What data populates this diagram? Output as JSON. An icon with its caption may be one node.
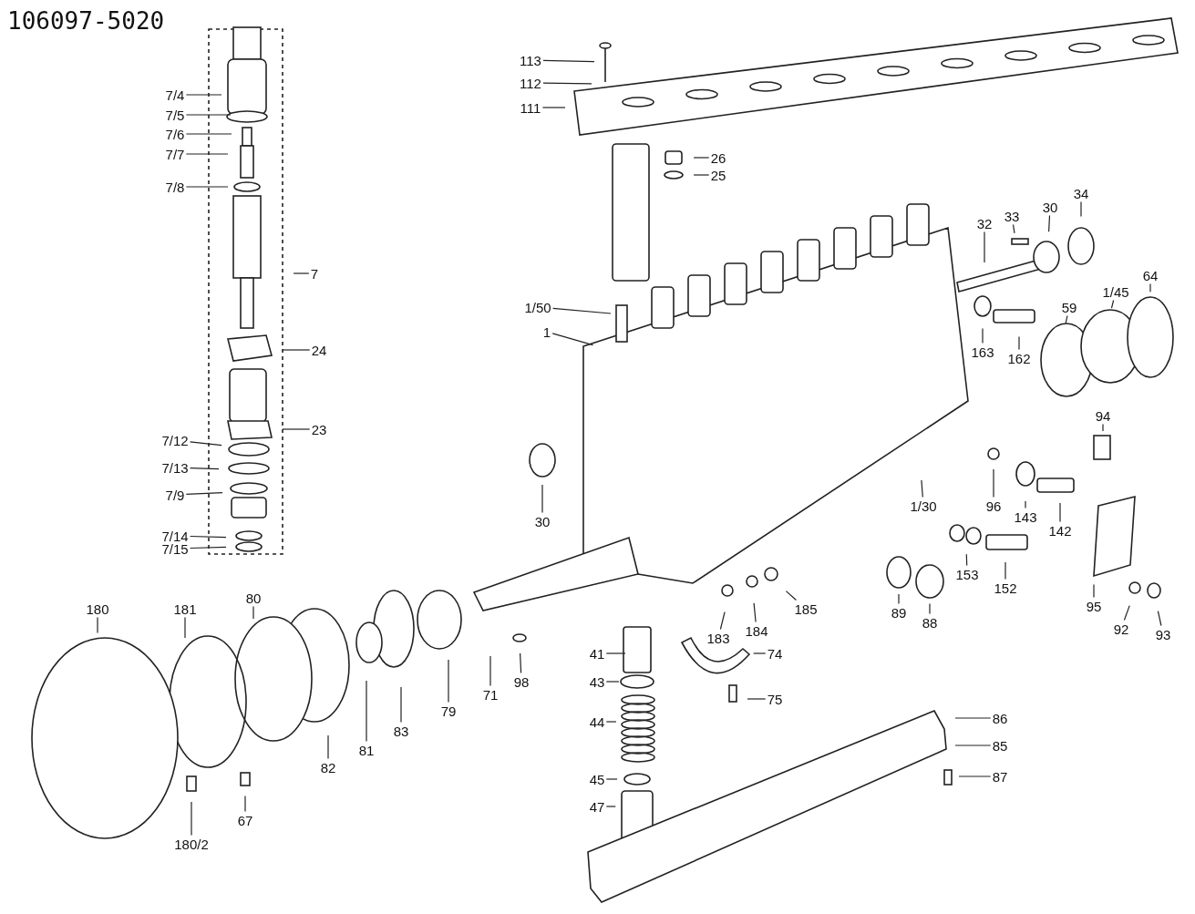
{
  "diagram": {
    "title": "106097-5020",
    "nodes": [
      {
        "text": [
          "7/4"
        ]
      },
      {
        "text": [
          "7/5"
        ]
      },
      {
        "text": [
          "7/6"
        ]
      },
      {
        "text": [
          "7/7"
        ]
      },
      {
        "text": [
          "7/8"
        ]
      },
      {
        "text": [
          "7"
        ]
      },
      {
        "text": [
          "24"
        ]
      },
      {
        "text": [
          "23"
        ]
      },
      {
        "text": [
          "7/12"
        ]
      },
      {
        "text": [
          "7/13"
        ]
      },
      {
        "text": [
          "7/9"
        ]
      },
      {
        "text": [
          "7/14"
        ]
      },
      {
        "text": [
          "7/15"
        ]
      },
      {
        "text": [
          "113"
        ]
      },
      {
        "text": [
          "112"
        ]
      },
      {
        "text": [
          "111"
        ]
      },
      {
        "text": [
          "26"
        ]
      },
      {
        "text": [
          "25"
        ]
      },
      {
        "text": [
          "1/50"
        ]
      },
      {
        "text": [
          "1"
        ]
      },
      {
        "text": [
          "30"
        ]
      },
      {
        "text": [
          "32"
        ]
      },
      {
        "text": [
          "33"
        ]
      },
      {
        "text": [
          "30"
        ]
      },
      {
        "text": [
          "34"
        ]
      },
      {
        "text": [
          "1/45"
        ]
      },
      {
        "text": [
          "64"
        ]
      },
      {
        "text": [
          "59"
        ]
      },
      {
        "text": [
          "163"
        ]
      },
      {
        "text": [
          "162"
        ]
      },
      {
        "text": [
          "94"
        ]
      },
      {
        "text": [
          "96"
        ]
      },
      {
        "text": [
          "1/30"
        ]
      },
      {
        "text": [
          "143"
        ]
      },
      {
        "text": [
          "142"
        ]
      },
      {
        "text": [
          "153"
        ]
      },
      {
        "text": [
          "152"
        ]
      },
      {
        "text": [
          "95"
        ]
      },
      {
        "text": [
          "92"
        ]
      },
      {
        "text": [
          "93"
        ]
      },
      {
        "text": [
          "89"
        ]
      },
      {
        "text": [
          "88"
        ]
      },
      {
        "text": [
          "183"
        ]
      },
      {
        "text": [
          "184"
        ]
      },
      {
        "text": [
          "185"
        ]
      },
      {
        "text": [
          "74"
        ]
      },
      {
        "text": [
          "75"
        ]
      },
      {
        "text": [
          "41"
        ]
      },
      {
        "text": [
          "43"
        ]
      },
      {
        "text": [
          "44"
        ]
      },
      {
        "text": [
          "45"
        ]
      },
      {
        "text": [
          "47"
        ]
      },
      {
        "text": [
          "86"
        ]
      },
      {
        "text": [
          "85"
        ]
      },
      {
        "text": [
          "87"
        ]
      },
      {
        "text": [
          "98"
        ]
      },
      {
        "text": [
          "71"
        ]
      },
      {
        "text": [
          "79"
        ]
      },
      {
        "text": [
          "83"
        ]
      },
      {
        "text": [
          "81"
        ]
      },
      {
        "text": [
          "82"
        ]
      },
      {
        "text": [
          "80"
        ]
      },
      {
        "text": [
          "181"
        ]
      },
      {
        "text": [
          "180"
        ]
      },
      {
        "text": [
          "67"
        ]
      },
      {
        "text": [
          "180/2"
        ]
      }
    ],
    "edges": [
      {
        "from": 0,
        "to": null,
        "arrow": "none"
      },
      {
        "from": 1,
        "to": null,
        "arrow": "none"
      },
      {
        "from": 2,
        "to": null,
        "arrow": "none"
      },
      {
        "from": 3,
        "to": null,
        "arrow": "none"
      },
      {
        "from": 4,
        "to": null,
        "arrow": "none"
      },
      {
        "from": 5,
        "to": null,
        "arrow": "none"
      },
      {
        "from": 6,
        "to": null,
        "arrow": "none"
      },
      {
        "from": 7,
        "to": null,
        "arrow": "none"
      },
      {
        "from": 8,
        "to": null,
        "arrow": "none"
      },
      {
        "from": 9,
        "to": null,
        "arrow": "none"
      },
      {
        "from": 10,
        "to": null,
        "arrow": "none"
      },
      {
        "from": 11,
        "to": null,
        "arrow": "none"
      },
      {
        "from": 12,
        "to": null,
        "arrow": "none"
      },
      {
        "from": 13,
        "to": null,
        "arrow": "none"
      },
      {
        "from": 14,
        "to": null,
        "arrow": "none"
      },
      {
        "from": 15,
        "to": null,
        "arrow": "none"
      },
      {
        "from": 16,
        "to": null,
        "arrow": "none"
      },
      {
        "from": 17,
        "to": null,
        "arrow": "none"
      },
      {
        "from": 18,
        "to": null,
        "arrow": "none"
      },
      {
        "from": 19,
        "to": null,
        "arrow": "none"
      },
      {
        "from": 20,
        "to": null,
        "arrow": "none"
      },
      {
        "from": 21,
        "to": null,
        "arrow": "none"
      },
      {
        "from": 22,
        "to": null,
        "arrow": "none"
      },
      {
        "from": 23,
        "to": null,
        "arrow": "none"
      },
      {
        "from": 24,
        "to": null,
        "arrow": "none"
      },
      {
        "from": 25,
        "to": null,
        "arrow": "none"
      },
      {
        "from": 26,
        "to": null,
        "arrow": "none"
      },
      {
        "from": 27,
        "to": null,
        "arrow": "none"
      },
      {
        "from": 28,
        "to": null,
        "arrow": "none"
      },
      {
        "from": 29,
        "to": null,
        "arrow": "none"
      },
      {
        "from": 30,
        "to": null,
        "arrow": "none"
      },
      {
        "from": 31,
        "to": null,
        "arrow": "none"
      },
      {
        "from": 32,
        "to": null,
        "arrow": "none"
      },
      {
        "from": 33,
        "to": null,
        "arrow": "none"
      },
      {
        "from": 34,
        "to": null,
        "arrow": "none"
      },
      {
        "from": 35,
        "to": null,
        "arrow": "none"
      },
      {
        "from": 36,
        "to": null,
        "arrow": "none"
      },
      {
        "from": 37,
        "to": null,
        "arrow": "none"
      },
      {
        "from": 38,
        "to": null,
        "arrow": "none"
      },
      {
        "from": 39,
        "to": null,
        "arrow": "none"
      },
      {
        "from": 40,
        "to": null,
        "arrow": "none"
      },
      {
        "from": 41,
        "to": null,
        "arrow": "none"
      },
      {
        "from": 42,
        "to": null,
        "arrow": "none"
      },
      {
        "from": 43,
        "to": null,
        "arrow": "none"
      },
      {
        "from": 44,
        "to": null,
        "arrow": "none"
      },
      {
        "from": 45,
        "to": null,
        "arrow": "none"
      },
      {
        "from": 46,
        "to": null,
        "arrow": "none"
      },
      {
        "from": 47,
        "to": null,
        "arrow": "none"
      },
      {
        "from": 48,
        "to": null,
        "arrow": "none"
      },
      {
        "from": 49,
        "to": null,
        "arrow": "none"
      },
      {
        "from": 50,
        "to": null,
        "arrow": "none"
      },
      {
        "from": 51,
        "to": null,
        "arrow": "none"
      },
      {
        "from": 52,
        "to": null,
        "arrow": "none"
      },
      {
        "from": 53,
        "to": null,
        "arrow": "none"
      },
      {
        "from": 54,
        "to": null,
        "arrow": "none"
      },
      {
        "from": 55,
        "to": null,
        "arrow": "none"
      },
      {
        "from": 56,
        "to": null,
        "arrow": "none"
      },
      {
        "from": 57,
        "to": null,
        "arrow": "none"
      },
      {
        "from": 58,
        "to": null,
        "arrow": "none"
      },
      {
        "from": 59,
        "to": null,
        "arrow": "none"
      },
      {
        "from": 60,
        "to": null,
        "arrow": "none"
      },
      {
        "from": 61,
        "to": null,
        "arrow": "none"
      },
      {
        "from": 62,
        "to": null,
        "arrow": "none"
      },
      {
        "from": 63,
        "to": null,
        "arrow": "none"
      },
      {
        "from": 64,
        "to": null,
        "arrow": "none"
      },
      {
        "from": 65,
        "to": null,
        "arrow": "none"
      }
    ]
  }
}
